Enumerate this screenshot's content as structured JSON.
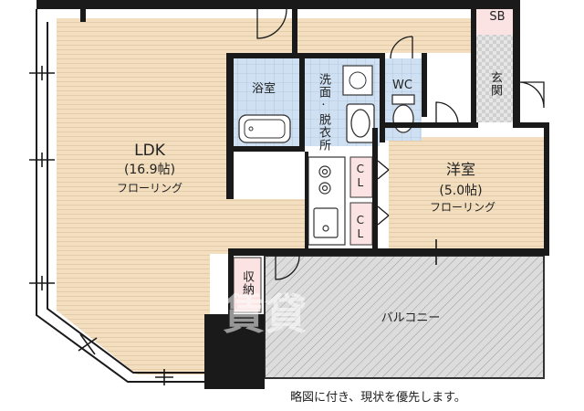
{
  "rooms": {
    "ldk": {
      "name": "LDK",
      "size": "(16.9帖)",
      "floor": "フローリング"
    },
    "bath": {
      "name": "浴室"
    },
    "washroom": {
      "name": "洗面·脱衣所"
    },
    "wc": {
      "name": "WC"
    },
    "entrance": {
      "name": "玄関"
    },
    "shoe_box": {
      "name": "SB"
    },
    "closet_1": {
      "name": "CL"
    },
    "closet_2": {
      "name": "CL"
    },
    "western_room": {
      "name": "洋室",
      "size": "(5.0帖)",
      "floor": "フローリング"
    },
    "storage": {
      "name": "収納"
    },
    "balcony": {
      "name": "バルコニー"
    }
  },
  "note": "略図に付き、現状を優先します。",
  "watermark": "賃貸",
  "colors": {
    "floor_wood": "#f3dfc0",
    "wet_area": "#cfe0f2",
    "closet": "#fbe3e3",
    "balcony": "#d6d6d6",
    "wall": "#1a1a1a"
  }
}
